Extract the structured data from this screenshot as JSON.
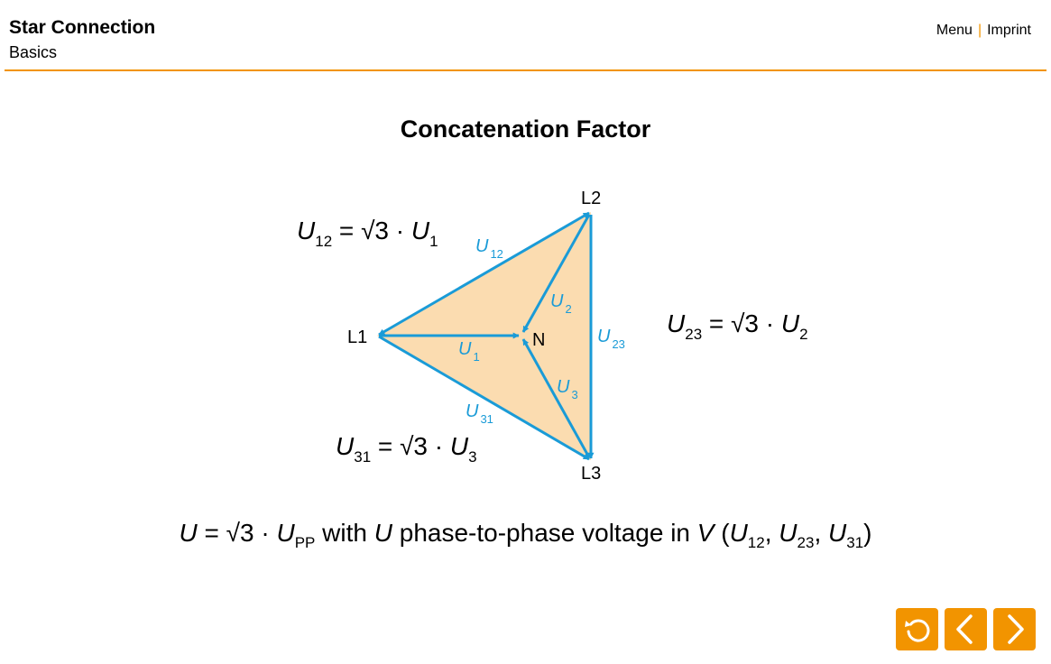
{
  "header": {
    "title": "Star Connection",
    "subtitle": "Basics"
  },
  "topnav": {
    "menu": "Menu",
    "separator": "|",
    "imprint": "Imprint"
  },
  "page_title": "Concatenation Factor",
  "diagram": {
    "nodes": {
      "l1": "L1",
      "l2": "L2",
      "l3": "L3",
      "n": "N"
    },
    "labels": {
      "u12": {
        "main": "U",
        "sub": "12"
      },
      "u23": {
        "main": "U",
        "sub": "23"
      },
      "u31": {
        "main": "U",
        "sub": "31"
      },
      "u1": {
        "main": "U",
        "sub": "1"
      },
      "u2": {
        "main": "U",
        "sub": "2"
      },
      "u3": {
        "main": "U",
        "sub": "3"
      }
    },
    "equations": {
      "eq12": {
        "lhs": "U",
        "lhs_sub": "12",
        "mid": " = √3 · ",
        "rhs": "U",
        "rhs_sub": "1"
      },
      "eq23": {
        "lhs": "U",
        "lhs_sub": "23",
        "mid": " = √3 · ",
        "rhs": "U",
        "rhs_sub": "2"
      },
      "eq31": {
        "lhs": "U",
        "lhs_sub": "31",
        "mid": " = √3 · ",
        "rhs": "U",
        "rhs_sub": "3"
      }
    },
    "colors": {
      "fill": "#fbdcb0",
      "line": "#1a9bd7"
    }
  },
  "formula": {
    "u": "U",
    "eq": " = √3 · ",
    "upp": "U",
    "upp_sub": "PP",
    "with": " with ",
    "u2": "U",
    "desc": " phase-to-phase voltage in ",
    "v": "V",
    "open": " (",
    "a": "U",
    "a_sub": "12",
    "c1": ", ",
    "b": "U",
    "b_sub": "23",
    "c2": ", ",
    "c": "U",
    "c_sub": "31",
    "close": ")"
  },
  "nav": {
    "reload_icon": "reload-icon",
    "prev_icon": "chevron-left-icon",
    "next_icon": "chevron-right-icon",
    "accent": "#f29400"
  }
}
